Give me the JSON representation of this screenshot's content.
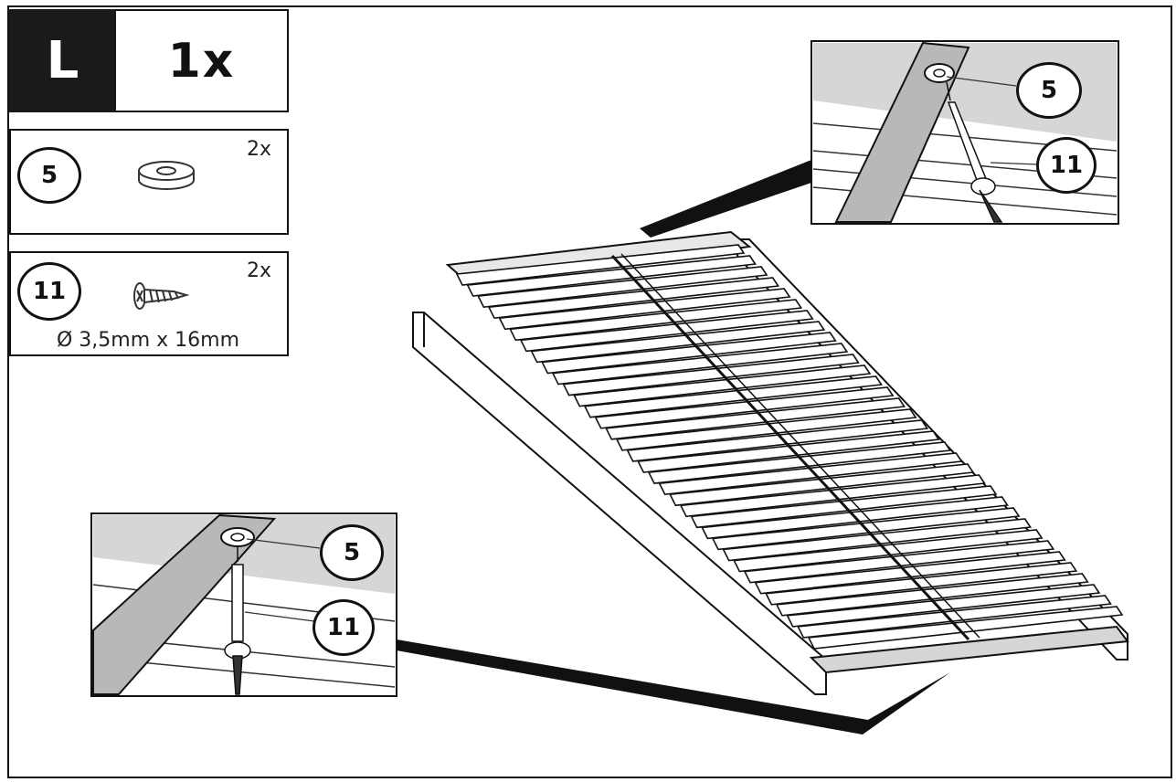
{
  "step": {
    "letter": "L",
    "quantity": "1x"
  },
  "parts": [
    {
      "number": "5",
      "count": "2x",
      "icon": "washer-icon"
    },
    {
      "number": "11",
      "count": "2x",
      "icon": "screw-icon",
      "dimension": "Ø 3,5mm x 16mm"
    }
  ],
  "detail_top": {
    "labels": [
      "5",
      "11"
    ]
  },
  "detail_bottom": {
    "labels": [
      "5",
      "11"
    ]
  },
  "colors": {
    "ink": "#111111",
    "panel_gray": "#d6d6d6",
    "rail_gray": "#b8b8b8"
  }
}
